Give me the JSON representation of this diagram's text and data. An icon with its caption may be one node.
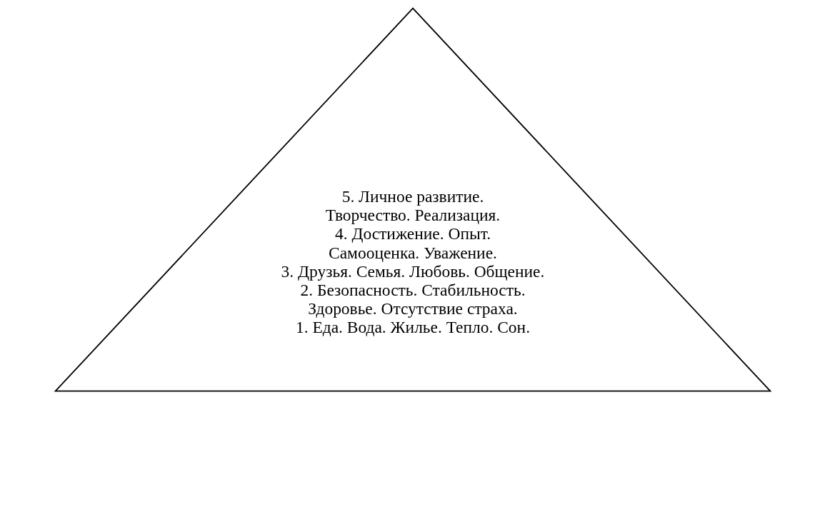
{
  "diagram": {
    "nodes": [
      {
        "text": [
          "5. Личное развитие. Творчество. Реализация.",
          "4. Достижение. Опыт. Самооценка. Уважение.",
          "3. Друзья. Семья. Любовь. Общение.",
          "2. Безопасность. Стабильность. Здоровье. Отсутствие страха.",
          "1. Еда. Вода. Жилье. Тепло. Сон."
        ]
      }
    ]
  }
}
